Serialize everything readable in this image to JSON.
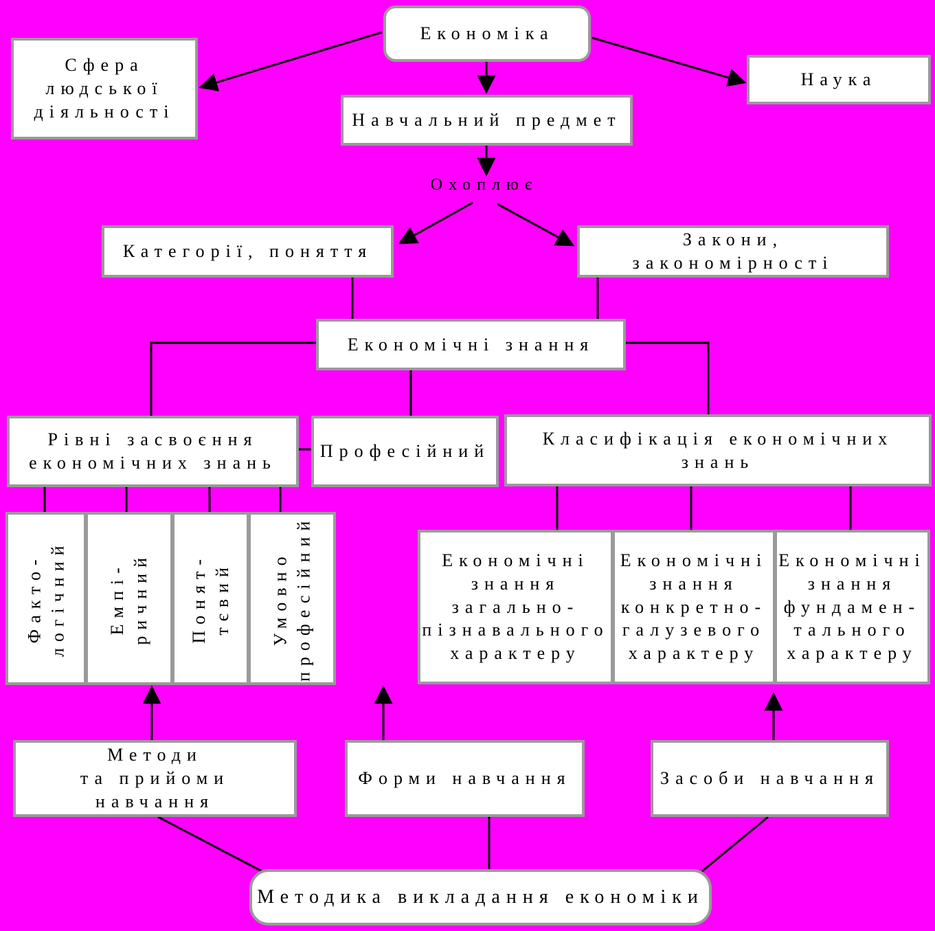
{
  "colors": {
    "background": "#FF00FF",
    "box_fill": "#FFFFFF",
    "box_border": "#9A9A9A",
    "line": "#000000"
  },
  "nodes": {
    "economics": "Економіка",
    "sphere": "Сфера\nлюдської\nдіяльності",
    "science": "Наука",
    "subject": "Навчальний предмет",
    "covers": "Охоплює",
    "categories": "Категорії, поняття",
    "laws": "Закони, закономірності",
    "knowledge": "Економічні знання",
    "levels": "Рівні засвоєння\nекономічних знань",
    "professional": "Професійний",
    "classification": "Класифікація економічних знань",
    "level_factual": "Факто-\nлогічний",
    "level_empirical": "Емпі-\nричний",
    "level_conceptual": "Понят-\nтєвий",
    "level_conditional": "Умовно\nпрофесійний",
    "class_general": "Економічні\nзнання\nзагально-\nпізнавального\nхарактеру",
    "class_sectoral": "Економічні\nзнання\nконкретно-\nгалузевого\nхарактеру",
    "class_fundamental": "Економічні\nзнання\nфундамен-\nтального\nхарактеру",
    "methods": "Методи\nта прийоми навчання",
    "forms": "Форми навчання",
    "means": "Засоби навчання",
    "methodology": "Методика викладання економіки"
  }
}
